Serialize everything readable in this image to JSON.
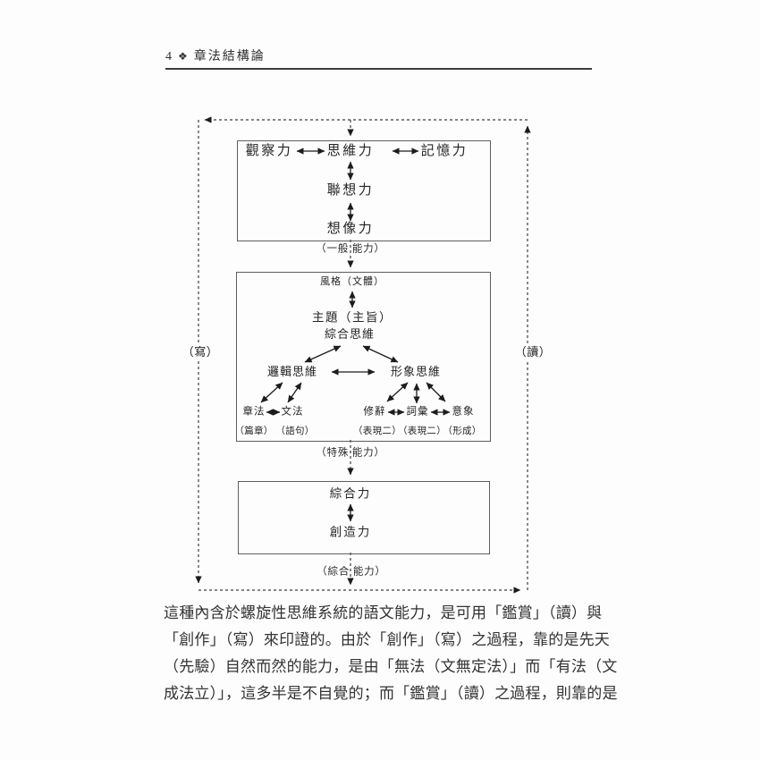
{
  "header": {
    "page_number": "4",
    "ornament": "❖",
    "book_title": "章法結構論"
  },
  "diagram": {
    "side_labels": {
      "left": "（寫）",
      "right": "（讀）"
    },
    "box_general": {
      "nodes": {
        "observe": "觀察力",
        "think": "思維力",
        "memory": "記憶力",
        "associate": "聯想力",
        "imagine": "想像力"
      },
      "caption": "（一般 能力）"
    },
    "box_special": {
      "style": "風格（文體）",
      "theme": "主題（主旨）",
      "synthesis_thinking": "綜合思維",
      "logical_thinking": "邏輯思維",
      "imagistic_thinking": "形象思維",
      "zhangfa": "章法",
      "grammar": "文法",
      "zhangfa_note": "（篇章）",
      "grammar_note": "（語句）",
      "rhetoric": "修辭",
      "lexicon": "詞彙",
      "imagery": "意象",
      "rhetoric_note": "（表現二）",
      "lexicon_note": "（表現二）",
      "imagery_note": "（形成）",
      "caption": "（特殊 能力）"
    },
    "box_synthesis": {
      "synthesis": "綜合力",
      "creativity": "創造力",
      "caption": "（綜合 能力）"
    }
  },
  "paragraph_lines": [
    "這種內含於螺旋性思維系統的語文能力，是可用「鑑賞」（讀）與",
    "「創作」（寫）來印證的。由於「創作」（寫）之過程，靠的是先天",
    "（先驗）自然而然的能力，是由「無法（文無定法）」而「有法（文",
    "成法立）」，這多半是不自覺的；而「鑑賞」（讀）之過程，則靠的是"
  ]
}
